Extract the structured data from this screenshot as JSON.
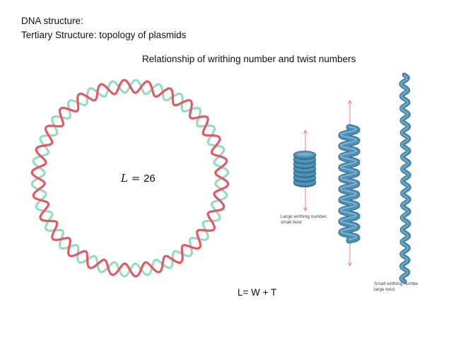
{
  "slide": {
    "title_line1": "DNA structure:",
    "title_line2": "Tertiary  Structure: topology of plasmids",
    "subtitle": "Relationship of writhing number and twist numbers",
    "equation": "L= W + T"
  },
  "circle": {
    "label_symbol": "L",
    "label_eq": " = ",
    "label_value": "26",
    "strand_colors": {
      "red": "#e05a66",
      "green": "#9ad9c0"
    }
  },
  "panels": {
    "large_writhe_caption_line1": "Large writhing number,",
    "large_writhe_caption_line2": "small twist",
    "small_writhe_caption_line1": "Small writhing numbe",
    "small_writhe_caption_line2": "large twist",
    "tube_color": "#4f8fb3",
    "arrow_color": "#e0787a"
  }
}
